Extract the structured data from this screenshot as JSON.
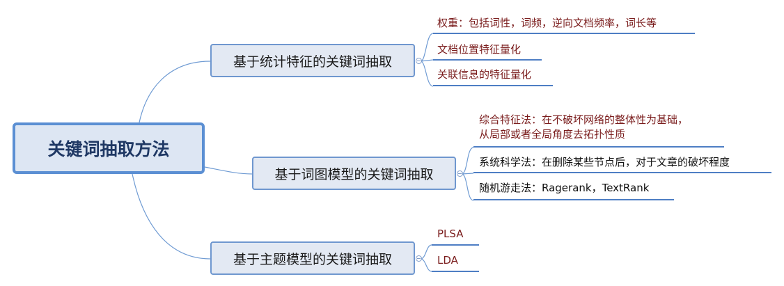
{
  "root": {
    "label": "关键词抽取方法"
  },
  "branches": [
    {
      "label": "基于统计特征的关键词抽取",
      "leaves": [
        "权重：包括词性，词频，逆向文档频率，词长等",
        "文档位置特征量化",
        "关联信息的特征量化"
      ]
    },
    {
      "label": "基于词图模型的关键词抽取",
      "leaves": [
        "综合特征法：在不破坏网络的整体性为基础，",
        "从局部或者全局角度去拓扑性质",
        "系统科学法：在删除某些节点后，对于文章的破坏程度",
        "随机游走法：Ragerank，TextRank"
      ]
    },
    {
      "label": "基于主题模型的关键词抽取",
      "leaves": [
        "PLSA",
        "LDA"
      ]
    }
  ],
  "colors": {
    "link": "#6f9bd3",
    "underline": "#4e7ec4",
    "root_border": "#5b8fd3",
    "leaf_text": "#7a1c1c"
  }
}
